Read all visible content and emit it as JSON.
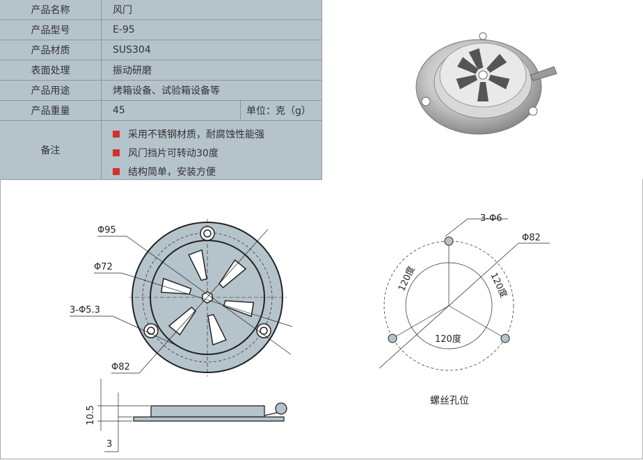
{
  "specs": [
    {
      "label": "产品名称",
      "value": "风门"
    },
    {
      "label": "产品型号",
      "value": "E-95"
    },
    {
      "label": "产品材质",
      "value": "SUS304"
    },
    {
      "label": "表面处理",
      "value": "振动研磨"
    },
    {
      "label": "产品用途",
      "value": "烤箱设备、试验箱设备等"
    },
    {
      "label": "产品重量",
      "value": "45",
      "unit": "单位：克（g）"
    }
  ],
  "notes": {
    "label": "备注",
    "items": [
      "采用不锈钢材质，耐腐蚀性能强",
      "风门挡片可转动30度",
      "结构简单，安装方便"
    ]
  },
  "drawing": {
    "front": {
      "d95": "Φ95",
      "d72": "Φ72",
      "holes": "3-Φ5.3",
      "d82": "Φ82"
    },
    "side": {
      "height": "10.5",
      "thickness": "3"
    },
    "holes_view": {
      "holes": "3-Φ6",
      "d82": "Φ82",
      "angle1": "120度",
      "angle2": "120度",
      "angle3": "120度",
      "caption": "螺丝孔位"
    }
  },
  "colors": {
    "table_bg": "#b5c3cb",
    "bullet": "#d0312a",
    "part_fill": "#b5c3cb"
  }
}
